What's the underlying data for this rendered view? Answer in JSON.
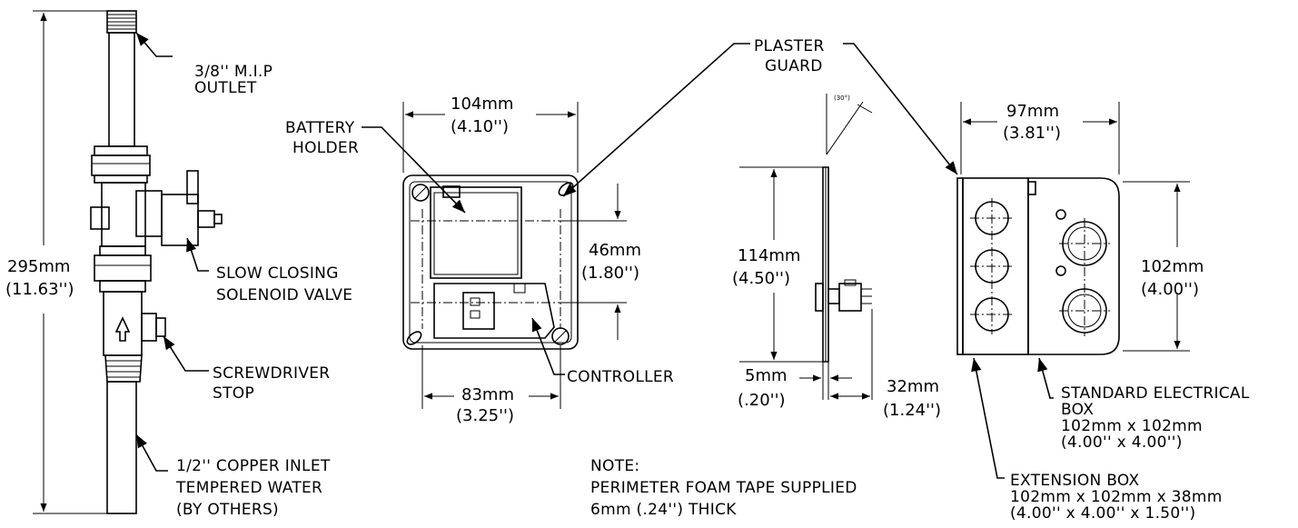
{
  "labels": {
    "outlet": [
      "3/8'' M.I.P",
      "OUTLET"
    ],
    "solenoid": [
      "SLOW CLOSING",
      "SOLENOID VALVE"
    ],
    "stop": [
      "SCREWDRIVER",
      "STOP"
    ],
    "inlet": [
      "1/2'' COPPER INLET",
      "TEMPERED WATER",
      "(BY OTHERS)"
    ],
    "battery": [
      "BATTERY",
      "HOLDER"
    ],
    "controller": "CONTROLLER",
    "plaster": [
      "PLASTER",
      "GUARD"
    ],
    "std_box": [
      "STANDARD ELECTRICAL",
      "BOX",
      "102mm x 102mm",
      "(4.00'' x 4.00'')"
    ],
    "ext_box": [
      "EXTENSION BOX",
      "102mm x 102mm x 38mm",
      "(4.00'' x 4.00'' x 1.50'')"
    ],
    "note": [
      "NOTE:",
      "PERIMETER FOAM TAPE SUPPLIED",
      "6mm (.24'') THICK"
    ],
    "angle": "(30°)"
  },
  "dimensions": {
    "valve_height": [
      "295mm",
      "(11.63'')"
    ],
    "plate_width": [
      "104mm",
      "(4.10'')"
    ],
    "inner_width": [
      "83mm",
      "(3.25'')"
    ],
    "inner_height": [
      "46mm",
      "(1.80'')"
    ],
    "side_height": [
      "114mm",
      "(4.50'')"
    ],
    "guard_thickness": [
      "5mm",
      "(.20'')"
    ],
    "projection": [
      "32mm",
      "(1.24'')"
    ],
    "box_width": [
      "97mm",
      "(3.81'')"
    ],
    "box_height": [
      "102mm",
      "(4.00'')"
    ]
  }
}
